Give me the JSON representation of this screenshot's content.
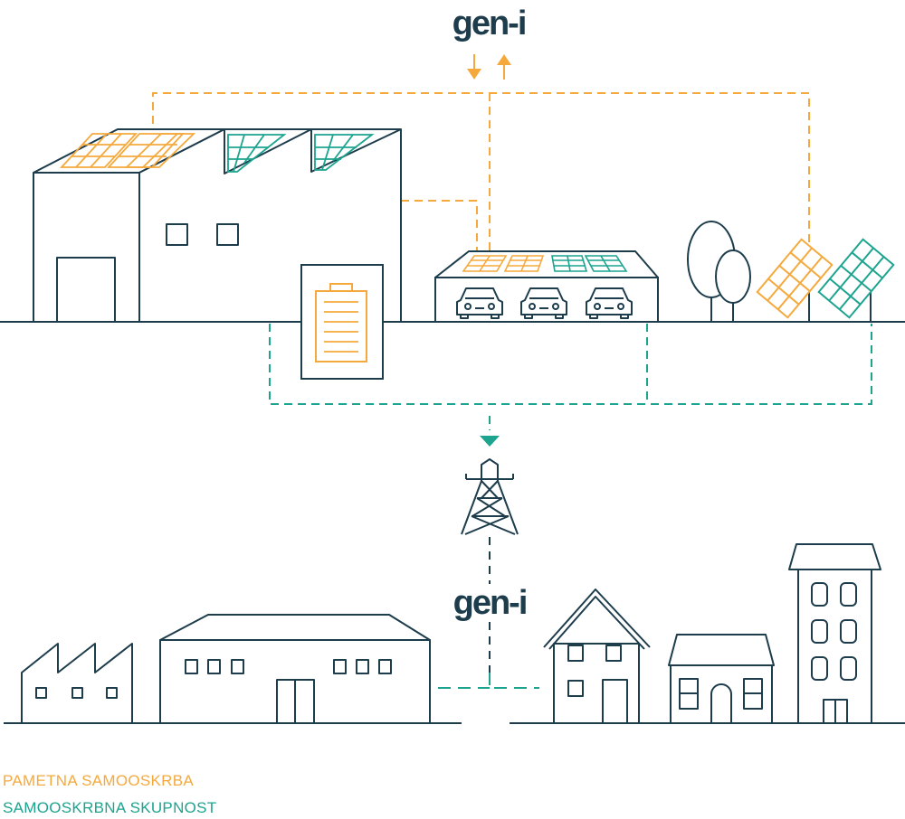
{
  "brand": {
    "logo_top_text": "gen-i",
    "logo_bottom_text": "gen-i"
  },
  "legend": {
    "smart_self_supply": "PAMETNA SAMOOSKRBA",
    "community_self_supply": "SAMOOSKRBNA SKUPNOST"
  },
  "colors": {
    "outline": "#1d3c4c",
    "orange": "#f5a93c",
    "teal": "#1ca48f",
    "logo": "#1d3c4c"
  },
  "icons": [
    "factory-building-icon",
    "solar-panel-icon",
    "battery-icon",
    "carport-icon",
    "car-icon",
    "tree-icon",
    "power-pylon-icon",
    "house-icon",
    "apartment-building-icon",
    "arrow-up-icon",
    "arrow-down-icon"
  ]
}
